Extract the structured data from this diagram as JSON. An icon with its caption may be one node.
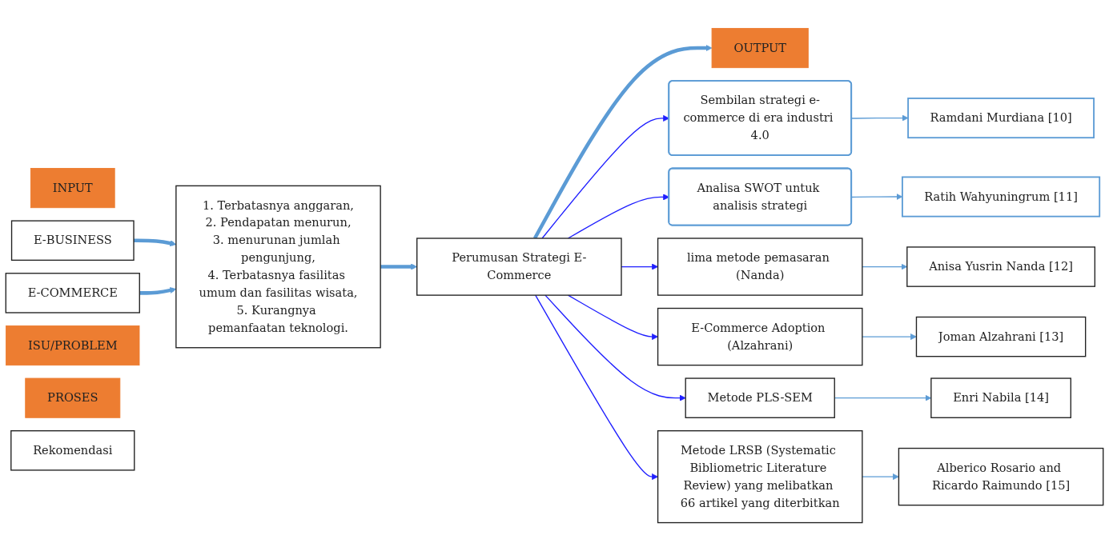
{
  "diagram": {
    "nodes": [
      {
        "text": [
          "INPUT"
        ]
      },
      {
        "text": [
          "E-BUSINESS"
        ]
      },
      {
        "text": [
          "E-COMMERCE"
        ]
      },
      {
        "text": [
          "ISU/PROBLEM"
        ]
      },
      {
        "text": [
          "1. Terbatasnya anggaran,",
          "2. Pendapatan menurun,",
          "3. menurunan jumlah pengunjung,",
          "4. Terbatasnya fasilitas umum dan fasilitas wisata,",
          "5. Kurangnya pemanfaatan teknologi."
        ]
      },
      {
        "text": [
          "PROSES"
        ]
      },
      {
        "text": [
          "Perumusan Strategi E-Commerce"
        ]
      },
      {
        "text": [
          "OUTPUT"
        ]
      },
      {
        "text": [
          "Rekomendasi"
        ]
      },
      {
        "text": [
          "Sembilan strategi e-commerce di era industri 4.0"
        ]
      },
      {
        "text": [
          "Ramdani Murdiana [10]"
        ]
      },
      {
        "text": [
          "Analisa SWOT untuk analisis strategi"
        ]
      },
      {
        "text": [
          "Ratih Wahyuningrum [11]"
        ]
      },
      {
        "text": [
          "lima metode pemasaran (Nanda)"
        ]
      },
      {
        "text": [
          "Anisa Yusrin Nanda [12]"
        ]
      },
      {
        "text": [
          "E-Commerce Adoption (Alzahrani)"
        ]
      },
      {
        "text": [
          "Joman Alzahrani [13]"
        ]
      },
      {
        "text": [
          "Metode PLS-SEM"
        ]
      },
      {
        "text": [
          "Enri Nabila [14]"
        ]
      },
      {
        "text": [
          "Metode LRSB (Systematic Bibliometric Literature Review) yang melibatkan 66 artikel yang diterbitkan"
        ]
      },
      {
        "text": [
          "Alberico Rosario and Ricardo Raimundo [15]"
        ]
      }
    ],
    "edges": [
      {
        "from": 1,
        "to": 4,
        "arrow": "to",
        "style": "thick",
        "color": "#5b9bd5"
      },
      {
        "from": 2,
        "to": 4,
        "arrow": "to",
        "style": "thick",
        "color": "#5b9bd5"
      },
      {
        "from": 4,
        "to": 6,
        "arrow": "to",
        "style": "thick",
        "color": "#5b9bd5"
      },
      {
        "from": 6,
        "to": 7,
        "arrow": "to",
        "style": "thick",
        "color": "#5b9bd5"
      },
      {
        "from": 6,
        "to": 9,
        "arrow": "to",
        "color": "#1f1fff"
      },
      {
        "from": 6,
        "to": 11,
        "arrow": "to",
        "color": "#1f1fff"
      },
      {
        "from": 6,
        "to": 13,
        "arrow": "to",
        "color": "#1f1fff"
      },
      {
        "from": 6,
        "to": 15,
        "arrow": "to",
        "color": "#1f1fff"
      },
      {
        "from": 6,
        "to": 17,
        "arrow": "to",
        "color": "#1f1fff"
      },
      {
        "from": 6,
        "to": 19,
        "arrow": "to",
        "color": "#1f1fff"
      },
      {
        "from": 9,
        "to": 10,
        "arrow": "to",
        "color": "#5b9bd5"
      },
      {
        "from": 11,
        "to": 12,
        "arrow": "to",
        "color": "#5b9bd5"
      },
      {
        "from": 13,
        "to": 14,
        "arrow": "to",
        "color": "#5b9bd5"
      },
      {
        "from": 15,
        "to": 16,
        "arrow": "to",
        "color": "#5b9bd5"
      },
      {
        "from": 17,
        "to": 18,
        "arrow": "to",
        "color": "#5b9bd5"
      },
      {
        "from": 19,
        "to": 20,
        "arrow": "to",
        "color": "#5b9bd5"
      }
    ]
  }
}
